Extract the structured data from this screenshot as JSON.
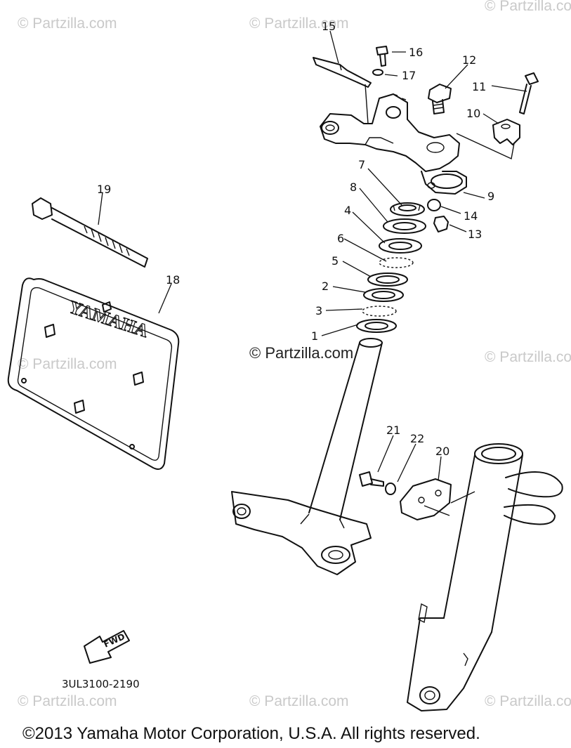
{
  "watermark_text": "© Partzilla.com",
  "center_watermark": "© Partzilla.com",
  "diagram_code": "3UL3100-2190",
  "copyright": "©2013  Yamaha Motor Corporation, U.S.A. All rights reserved.",
  "plate_brand": "YAMAHA",
  "fwd_label": "FWD",
  "callouts": [
    "1",
    "2",
    "3",
    "4",
    "5",
    "6",
    "7",
    "8",
    "9",
    "10",
    "11",
    "12",
    "13",
    "14",
    "15",
    "16",
    "17",
    "18",
    "19",
    "20",
    "21",
    "22"
  ]
}
